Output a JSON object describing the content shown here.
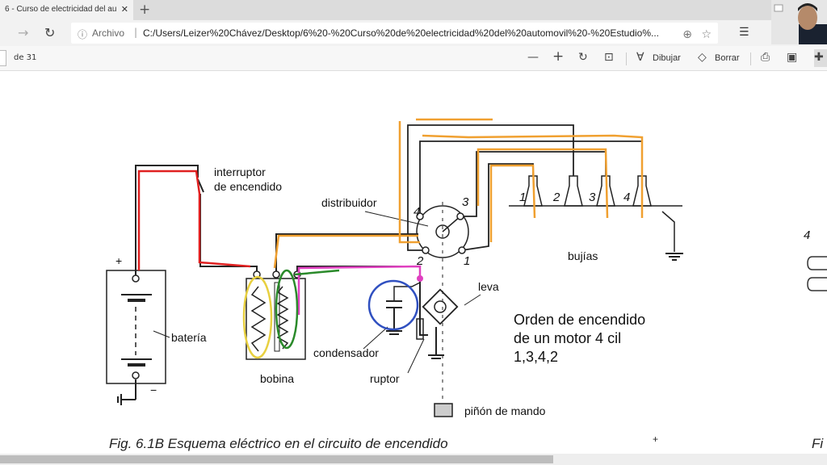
{
  "browser": {
    "tab_title": "6 - Curso de electricidad del aut",
    "tab_close": "✕",
    "new_tab": "+",
    "address_label": "Archivo",
    "address_separator": "|",
    "url": "C:/Users/Leizer%20Chávez/Desktop/6%20-%20Curso%20de%20electricidad%20del%20automovil%20-%20Estudio%..."
  },
  "pdf_toolbar": {
    "page_count": "de 31",
    "draw_label": "Dibujar",
    "erase_label": "Borrar"
  },
  "diagram": {
    "labels": {
      "interruptor_1": "interruptor",
      "interruptor_2": "de encendido",
      "distribuidor": "distribuidor",
      "bujias": "bujías",
      "leva": "leva",
      "bateria": "batería",
      "condensador": "condensador",
      "bobina": "bobina",
      "ruptor": "ruptor",
      "pinon": "piñón de mando",
      "plus": "+",
      "minus": "−"
    },
    "distributor_numbers": [
      "4",
      "3",
      "2",
      "1"
    ],
    "plug_numbers": [
      "1",
      "2",
      "3",
      "4"
    ],
    "firing_order_note": [
      "Orden de encendido",
      "de un motor 4 cil",
      "1,3,4,2"
    ],
    "caption": "Fig. 6.1B  Esquema eléctrico en el circuito de encendido",
    "right_page_caption": "Fi",
    "right_page_number": "4",
    "page_mark": "+",
    "colors": {
      "orange": "#f0a030",
      "red": "#e02020",
      "magenta": "#e040c0",
      "green": "#2a8a2a",
      "yellow": "#e8d040",
      "blue": "#3050c0"
    }
  }
}
